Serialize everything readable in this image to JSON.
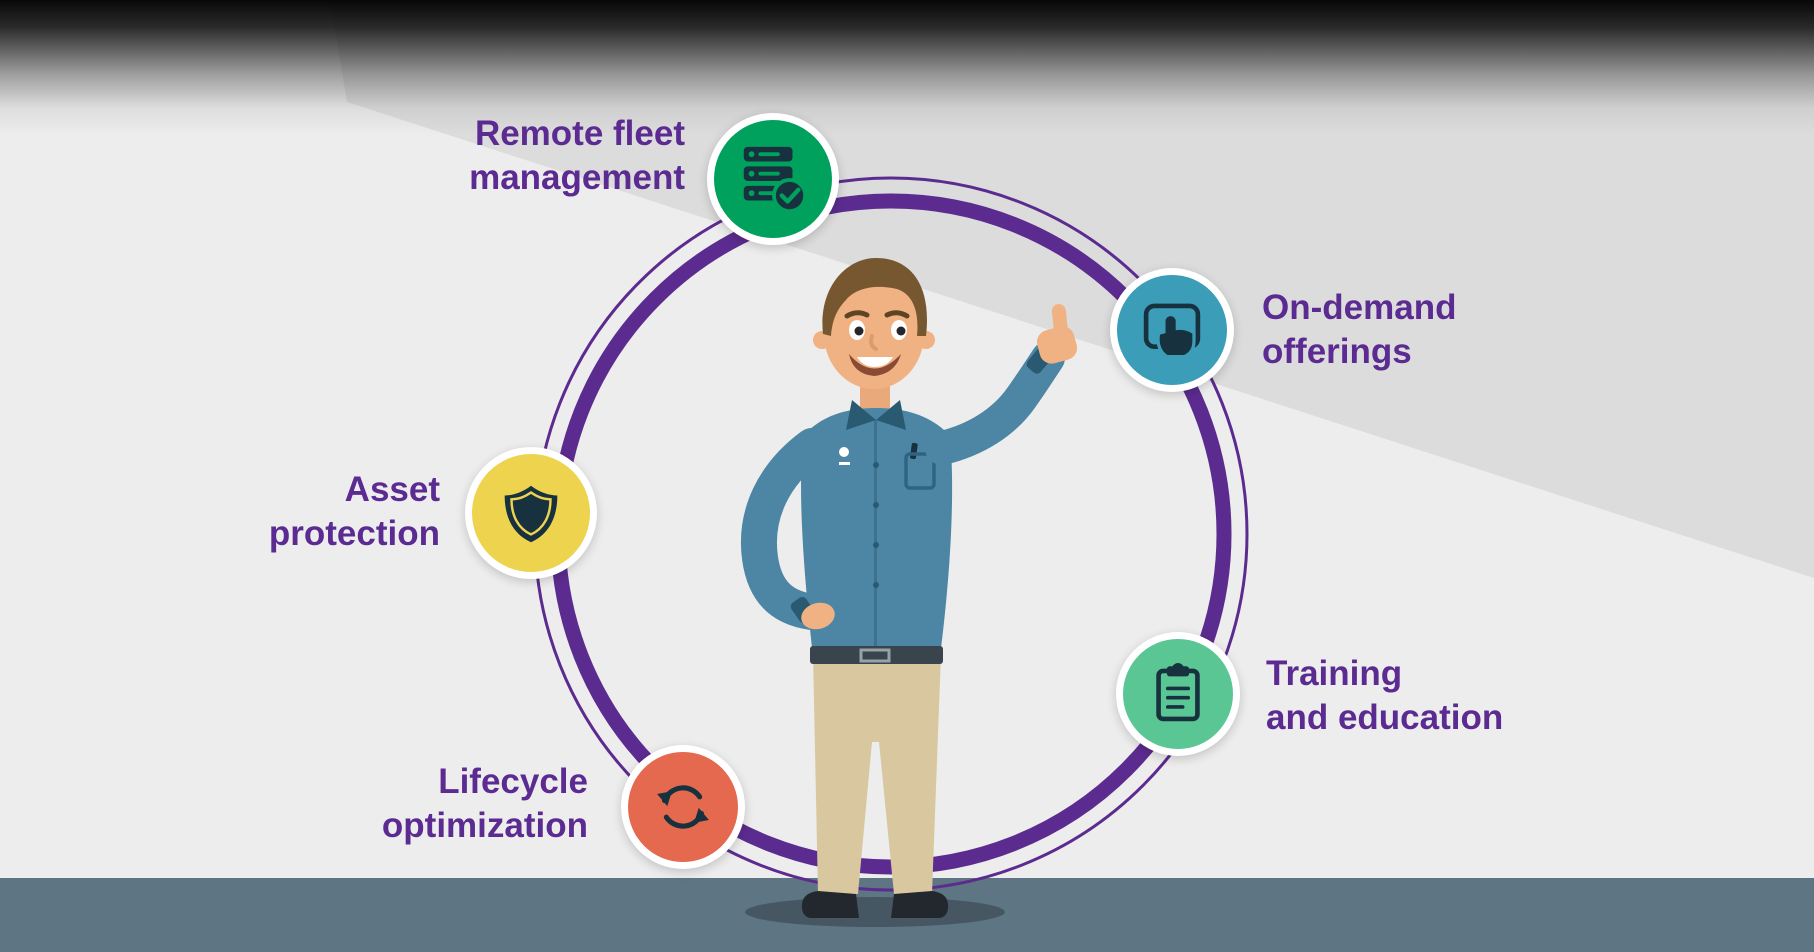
{
  "figure": {
    "type": "cycle-infographic",
    "center_figure": "man-giving-thumbs-up-illustration",
    "colors": {
      "label_text": "#5b2b92",
      "ring": "#5c2b8f",
      "background_light": "#ededed",
      "background_shade": "#dcdcdc",
      "floor": "#5e7584",
      "badge_ring": "#ffffff",
      "icon_dark": "#17323e"
    },
    "items": [
      {
        "id": "remote-fleet-management",
        "lines": [
          "Remote fleet",
          "management"
        ],
        "icon": "server-check-icon",
        "color": "#00a15c"
      },
      {
        "id": "on-demand-offerings",
        "lines": [
          "On-demand",
          "offerings"
        ],
        "icon": "tap-hand-icon",
        "color": "#3b9db8"
      },
      {
        "id": "training-and-education",
        "lines": [
          "Training",
          "and education"
        ],
        "icon": "clipboard-icon",
        "color": "#5ac694"
      },
      {
        "id": "lifecycle-optimization",
        "lines": [
          "Lifecycle",
          "optimization"
        ],
        "icon": "cycle-arrows-icon",
        "color": "#e4694e"
      },
      {
        "id": "asset-protection",
        "lines": [
          "Asset",
          "protection"
        ],
        "icon": "shield-icon",
        "color": "#eed34f"
      }
    ]
  }
}
